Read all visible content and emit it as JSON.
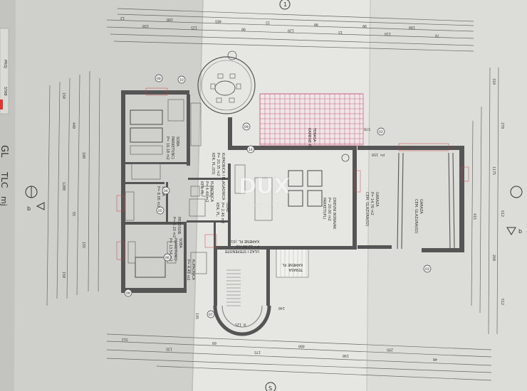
{
  "sheet": {
    "left_strip": [
      "GL",
      "TLC",
      "mj",
      "PROJ",
      "STAB"
    ],
    "section_mark_a": "1",
    "section_mark_b": "b",
    "section_mark_c": "S"
  },
  "rooms": {
    "soba_top": [
      "SOBA",
      "PARKETI(NC)",
      "P= 16.18 m2"
    ],
    "kupaonica_top": [
      "KUPAONICA I BLAGAONICA",
      "P= 20.35 m2",
      "KER. PL.(03)"
    ],
    "soba_mid": [
      "SOBA",
      "P= 8.05 m2"
    ],
    "predsoblje": [
      "PREDSOB.",
      "P= 5.20 m2"
    ],
    "kupaonica_small": [
      "KUPAONICA",
      "P= 4.49 m2",
      "KER. PL."
    ],
    "ulaz": [
      "ULAZ",
      "P= 2.46 m2",
      "KER. PL."
    ],
    "dnevni": [
      "DNEVNI BORAVAK",
      "P= 20.00 m2",
      "PARKETI(PL)"
    ],
    "soba_bottom": [
      "SOBA",
      "PARKETI(NC)",
      "P= 13.54 m2"
    ],
    "kupaonica_bottom": [
      "KUPAONICA",
      "P= 4.49 m2"
    ],
    "stubiste": [
      "ULAZ I STEPENISTE",
      "P= 12.99 m2",
      "KAMENE PL. (01)"
    ],
    "terasa_top": [
      "TERASA",
      "KAMENE PL."
    ],
    "terasa_small": [
      "TERASA",
      "KAMENE PL."
    ],
    "garaza": [
      "GARAZA",
      "P= 14.76 m2",
      "CEM. GLAZURA(02)"
    ],
    "garaza_inner": [
      "GARAZA",
      "CEM. GLAZURA(02)"
    ]
  },
  "dims": {
    "top_row": [
      "12",
      "150",
      "100",
      "125",
      "465",
      "90",
      "15",
      "120",
      "90",
      "15",
      "90",
      "110",
      "100",
      "70"
    ],
    "bottom_row": [
      "312",
      "135",
      "60",
      "175",
      "480",
      "190",
      "295",
      "40"
    ],
    "left_col": [
      "150",
      "440",
      "180",
      "1200",
      "55",
      "155",
      "150"
    ],
    "right_col": [
      "310",
      "270",
      "1175",
      "612",
      "260",
      "512"
    ],
    "misc": [
      "578",
      "P= 150",
      "140",
      "R 125",
      "195",
      "415"
    ]
  },
  "watermark": {
    "brand": "DUX",
    "sub": "nekretnine"
  },
  "markers": [
    "08",
    "09",
    "04",
    "05",
    "06",
    "07",
    "10",
    "14",
    "02",
    "03",
    "09"
  ]
}
